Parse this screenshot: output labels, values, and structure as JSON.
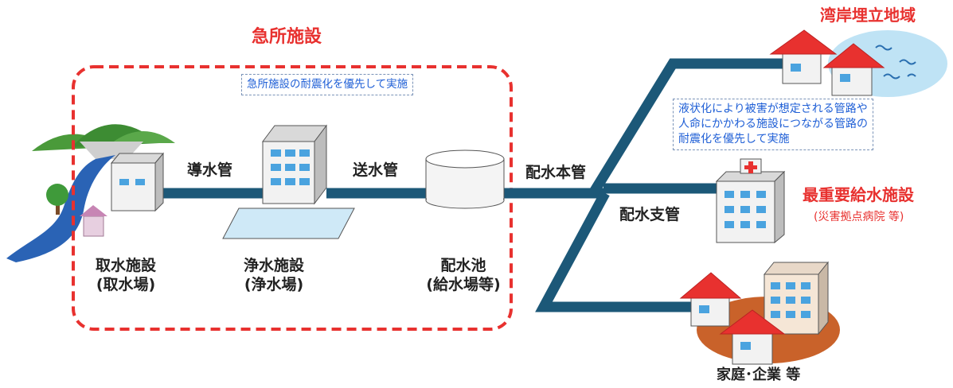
{
  "emergency_area": {
    "title": "急所施設",
    "note": "急所施設の耐震化を優先して実施"
  },
  "pipes": {
    "conveyance": "導水管",
    "transmission": "送水管",
    "main": "配水本管",
    "branch": "配水支管"
  },
  "facilities": {
    "intake": {
      "line1": "取水施設",
      "line2": "(取水場)"
    },
    "purification": {
      "line1": "浄水施設",
      "line2": "(浄水場)"
    },
    "reservoir": {
      "line1": "配水池",
      "line2": "(給水場等)"
    }
  },
  "reclaimed": {
    "title": "湾岸埋立地域",
    "note_lines": [
      "液状化により被害が想定される管路や",
      "人命にかかわる施設につながる管路の",
      "耐震化を優先して実施"
    ]
  },
  "critical": {
    "title": "最重要給水施設",
    "subtitle": "(災害拠点病院 等)"
  },
  "homes": {
    "label": "家庭･企業 等"
  },
  "colors": {
    "pipe": "#1c5878",
    "accent_red": "#e8312f",
    "note_blue": "#1f5fd6",
    "roof_red": "#e8312f",
    "building_blue": "#4aa3df"
  }
}
